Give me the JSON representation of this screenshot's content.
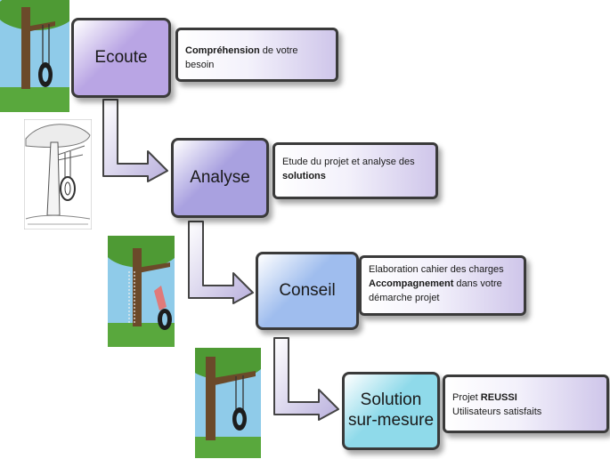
{
  "steps": [
    {
      "title_lines": [
        "Ecoute"
      ],
      "desc_lines": [
        [
          {
            "t": "Compréhension",
            "b": true
          },
          {
            "t": " de votre besoin",
            "b": false
          }
        ]
      ],
      "color": "#b9a5e4"
    },
    {
      "title_lines": [
        "Analyse"
      ],
      "desc_lines": [
        [
          {
            "t": "Etude du projet et analyse des",
            "b": false
          }
        ],
        [
          {
            "t": "solutions",
            "b": true
          }
        ]
      ],
      "color": "#a9a1e0"
    },
    {
      "title_lines": [
        "Conseil"
      ],
      "desc_lines": [
        [
          {
            "t": "Elaboration cahier des charges",
            "b": false
          }
        ],
        [
          {
            "t": "Accompagnement",
            "b": true
          },
          {
            "t": " dans votre",
            "b": false
          }
        ],
        [
          {
            "t": "démarche projet",
            "b": false
          }
        ]
      ],
      "color": "#9fbdee"
    },
    {
      "title_lines": [
        "Solution",
        "sur-mesure"
      ],
      "desc_lines": [
        [
          {
            "t": "Projet ",
            "b": false
          },
          {
            "t": "REUSSI",
            "b": true
          }
        ],
        [
          {
            "t": "Utilisateurs satisfaits",
            "b": false
          }
        ]
      ],
      "color": "#8fdaea"
    }
  ],
  "images": [
    {
      "name": "tree-swing-colored"
    },
    {
      "name": "tree-swing-sketch"
    },
    {
      "name": "tree-swing-modified"
    },
    {
      "name": "tree-swing-final"
    }
  ]
}
